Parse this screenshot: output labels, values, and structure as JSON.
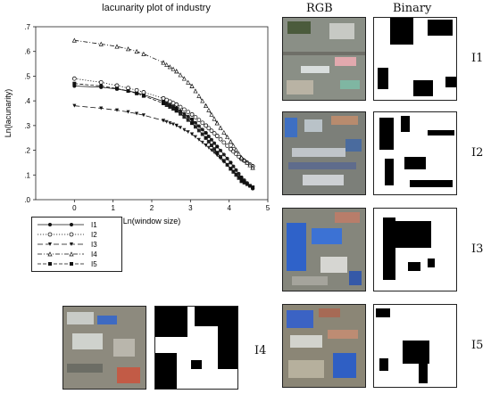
{
  "chart_data": {
    "type": "line",
    "title": "lacunarity plot of industry",
    "xlabel": "Ln(window size)",
    "ylabel": "Ln(lacunarity)",
    "xlim": [
      -1,
      5
    ],
    "ylim": [
      0,
      0.7
    ],
    "xticks": [
      "0",
      "1",
      "2",
      "3",
      "4",
      "5"
    ],
    "yticks": [
      ".0",
      ".1",
      ".2",
      ".3",
      ".4",
      ".5",
      ".6",
      ".7"
    ],
    "legend_position": "bottom-left",
    "series": [
      {
        "name": "I1",
        "marker": "filled-circle",
        "dash": "solid",
        "x": [
          0,
          0.69,
          1.1,
          1.39,
          1.61,
          1.79,
          2.3,
          2.64,
          3.04,
          3.4,
          3.69,
          4.04,
          4.32,
          4.61
        ],
        "y": [
          0.46,
          0.455,
          0.448,
          0.44,
          0.433,
          0.425,
          0.398,
          0.37,
          0.325,
          0.27,
          0.215,
          0.15,
          0.09,
          0.045
        ]
      },
      {
        "name": "I2",
        "marker": "open-circle",
        "dash": "dot",
        "x": [
          0,
          0.69,
          1.1,
          1.39,
          1.61,
          1.79,
          2.3,
          2.64,
          3.04,
          3.4,
          3.69,
          4.04,
          4.32,
          4.61
        ],
        "y": [
          0.49,
          0.475,
          0.462,
          0.452,
          0.443,
          0.435,
          0.41,
          0.385,
          0.345,
          0.3,
          0.258,
          0.205,
          0.165,
          0.135
        ]
      },
      {
        "name": "I3",
        "marker": "filled-triangle-down",
        "dash": "long-dash",
        "x": [
          0,
          0.69,
          1.1,
          1.39,
          1.61,
          1.79,
          2.3,
          2.64,
          3.04,
          3.4,
          3.69,
          4.04,
          4.32,
          4.61
        ],
        "y": [
          0.38,
          0.37,
          0.362,
          0.355,
          0.348,
          0.342,
          0.32,
          0.3,
          0.265,
          0.22,
          0.18,
          0.125,
          0.08,
          0.045
        ]
      },
      {
        "name": "I4",
        "marker": "open-triangle-up",
        "dash": "dash-dot",
        "x": [
          0,
          0.69,
          1.1,
          1.39,
          1.61,
          1.79,
          2.3,
          2.64,
          3.04,
          3.4,
          3.69,
          4.04,
          4.32,
          4.61
        ],
        "y": [
          0.645,
          0.63,
          0.62,
          0.61,
          0.6,
          0.59,
          0.555,
          0.52,
          0.46,
          0.38,
          0.31,
          0.235,
          0.17,
          0.13
        ]
      },
      {
        "name": "I5",
        "marker": "filled-square",
        "dash": "dash",
        "x": [
          0,
          0.69,
          1.1,
          1.39,
          1.61,
          1.79,
          2.3,
          2.64,
          3.04,
          3.4,
          3.69,
          4.04,
          4.32,
          4.61
        ],
        "y": [
          0.47,
          0.46,
          0.45,
          0.44,
          0.43,
          0.42,
          0.39,
          0.36,
          0.31,
          0.25,
          0.19,
          0.125,
          0.075,
          0.05
        ]
      }
    ]
  },
  "figure": {
    "col_headers": [
      "RGB",
      "Binary"
    ],
    "rows": [
      "I1",
      "I2",
      "I3",
      "I5"
    ],
    "bottom_left_label": "I4"
  }
}
